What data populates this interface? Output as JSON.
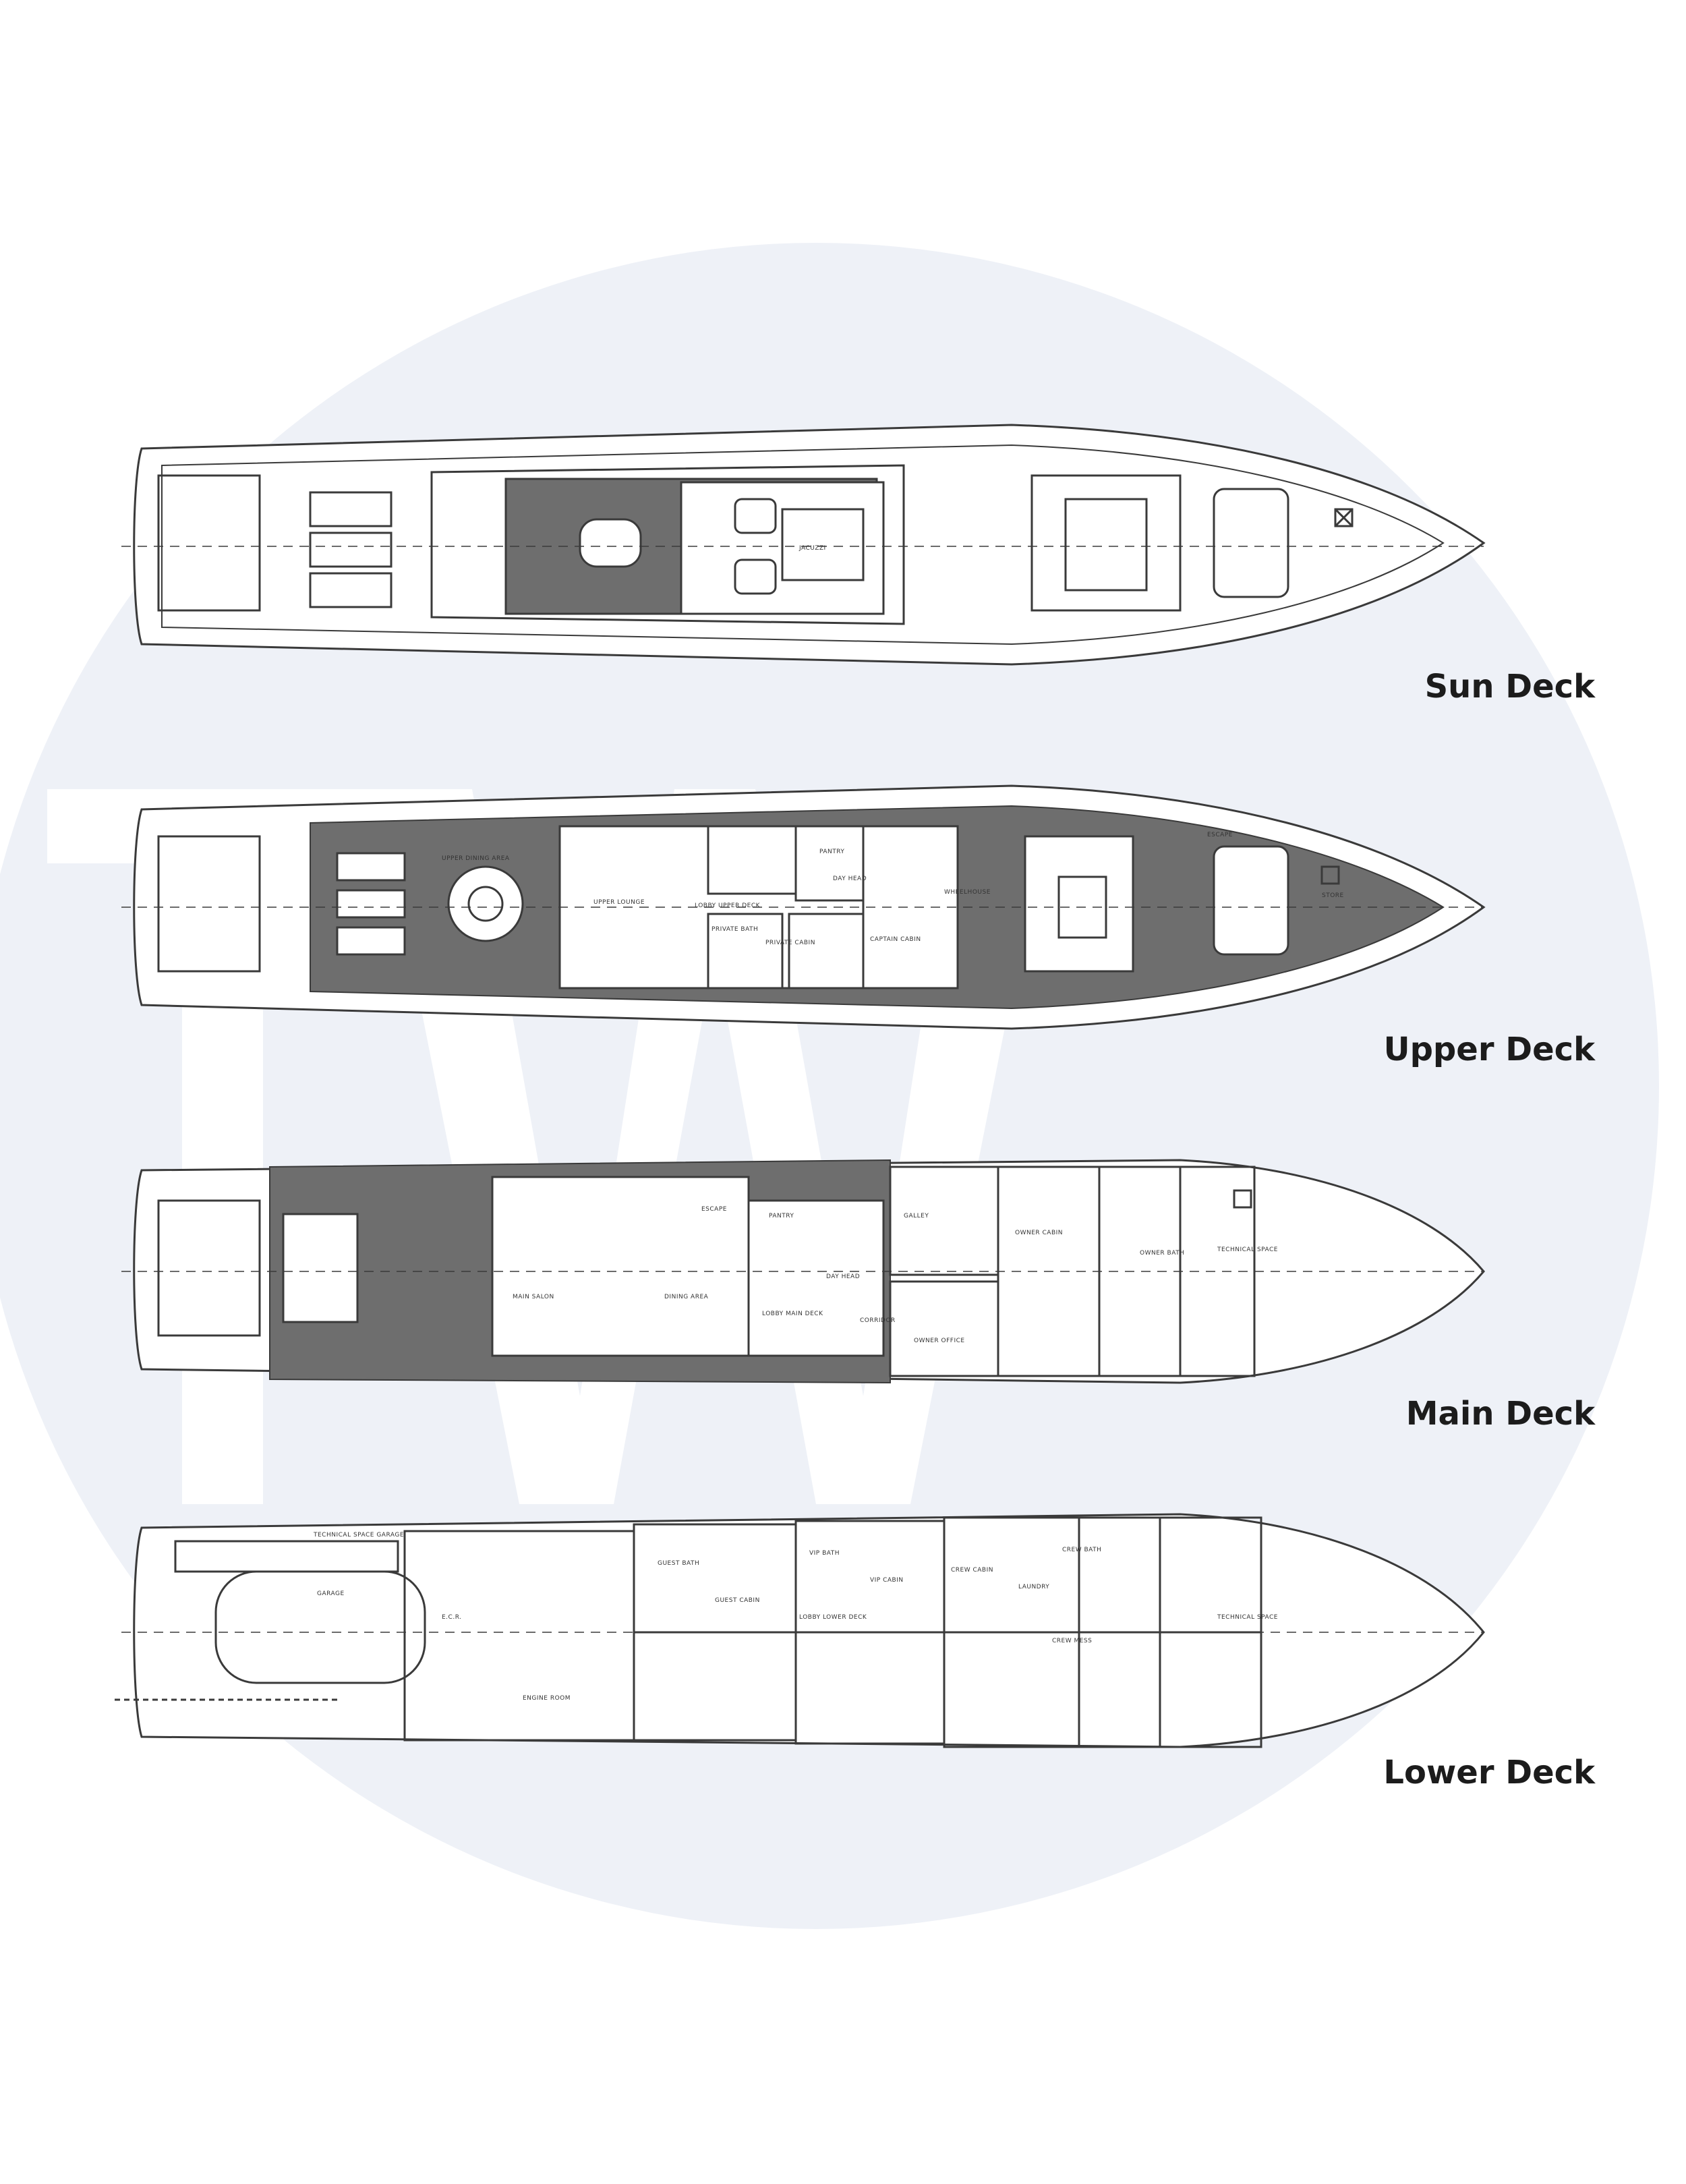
{
  "watermark": {
    "letters": "TW",
    "circle_color": "#eef1f7",
    "letter_color": "#ffffff"
  },
  "colors": {
    "line": "#3a3a3a",
    "teak": "#6e6e6e",
    "label": "#1c1c1c"
  },
  "decks": [
    {
      "name": "Sun Deck",
      "rooms": [
        "JACUZZI"
      ]
    },
    {
      "name": "Upper Deck",
      "rooms": [
        "UPPER DINING AREA",
        "UPPER LOUNGE",
        "LOBBY UPPER DECK",
        "PRIVATE BATH",
        "PRIVATE CABIN",
        "PANTRY",
        "DAY HEAD",
        "CAPTAIN CABIN",
        "WHEELHOUSE",
        "STORE",
        "ESCAPE"
      ]
    },
    {
      "name": "Main Deck",
      "rooms": [
        "MAIN SALON",
        "DINING AREA",
        "ESCAPE",
        "PANTRY",
        "GALLEY",
        "LOBBY MAIN DECK",
        "CORRIDOR",
        "OWNER OFFICE",
        "OWNER CABIN",
        "OWNER BATH",
        "TECHNICAL SPACE",
        "DAY HEAD"
      ]
    },
    {
      "name": "Lower Deck",
      "rooms": [
        "TECHNICAL SPACE GARAGE",
        "GARAGE",
        "E.C.R.",
        "ENGINE ROOM",
        "GUEST BATH",
        "GUEST CABIN",
        "VIP BATH",
        "VIP CABIN",
        "LOBBY LOWER DECK",
        "CREW CABIN",
        "CREW MESS",
        "CREW BATH",
        "TECHNICAL SPACE",
        "LAUNDRY"
      ]
    }
  ]
}
